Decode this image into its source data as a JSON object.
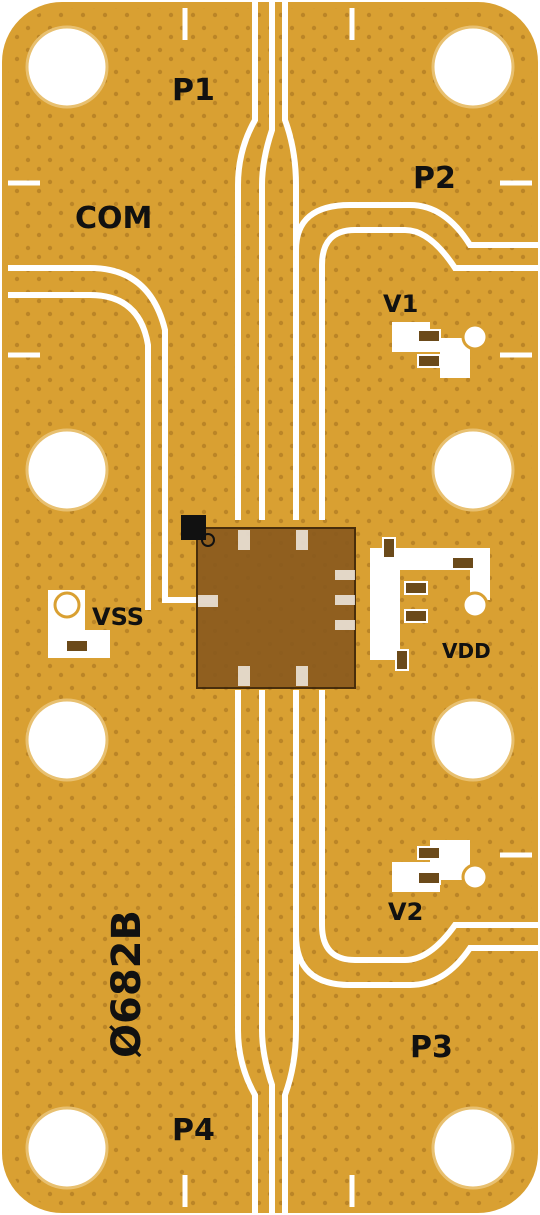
{
  "board": {
    "colors": {
      "gold": "#d9a032",
      "trace": "#ffffff",
      "via": "#9c6a1c",
      "chip": "#8a5a1e",
      "ink": "#111111"
    }
  },
  "labels": {
    "p1": "P1",
    "p2": "P2",
    "p3": "P3",
    "p4": "P4",
    "com": "COM",
    "v1": "V1",
    "v2": "V2",
    "vss": "VSS",
    "vdd": "VDD",
    "part": "Ø682B"
  }
}
